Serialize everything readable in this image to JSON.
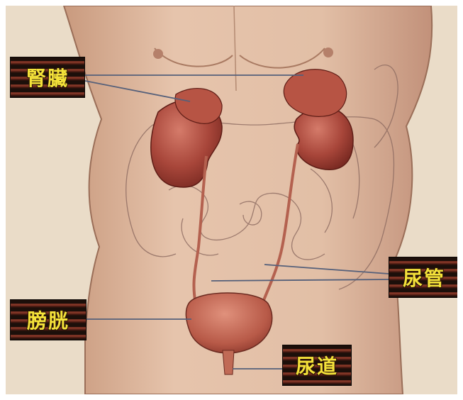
{
  "labels": {
    "kidney": "腎臟",
    "ureter": "尿管",
    "bladder": "膀胱",
    "urethra": "尿道"
  },
  "colors": {
    "background": "#eadcc8",
    "skin": "#dcb79c",
    "organ": "#a8463a",
    "label_text": "#f4e23a",
    "leader_line": "#55607a"
  }
}
